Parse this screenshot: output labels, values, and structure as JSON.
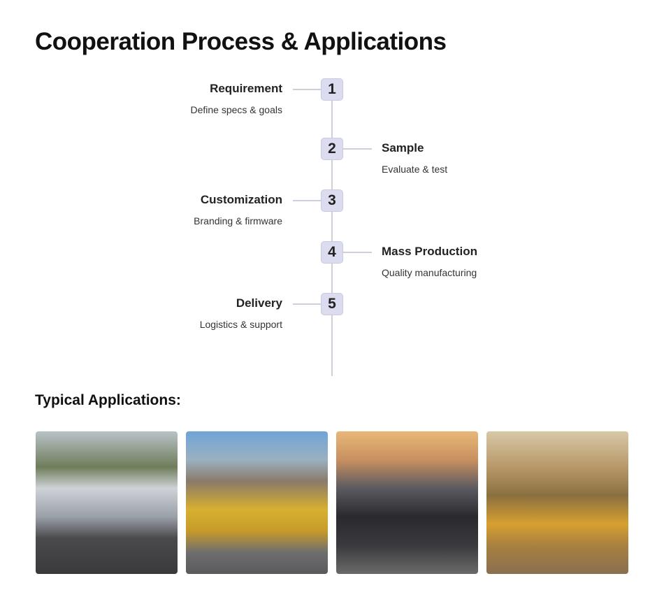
{
  "title": "Cooperation Process & Applications",
  "steps": [
    {
      "num": "1",
      "title": "Requirement",
      "desc": "Define specs & goals"
    },
    {
      "num": "2",
      "title": "Sample",
      "desc": "Evaluate & test"
    },
    {
      "num": "3",
      "title": "Customization",
      "desc": "Branding & firmware"
    },
    {
      "num": "4",
      "title": "Mass Production",
      "desc": "Quality manufacturing"
    },
    {
      "num": "5",
      "title": "Delivery",
      "desc": "Logistics & support"
    }
  ],
  "applications_heading": "Typical Applications:"
}
